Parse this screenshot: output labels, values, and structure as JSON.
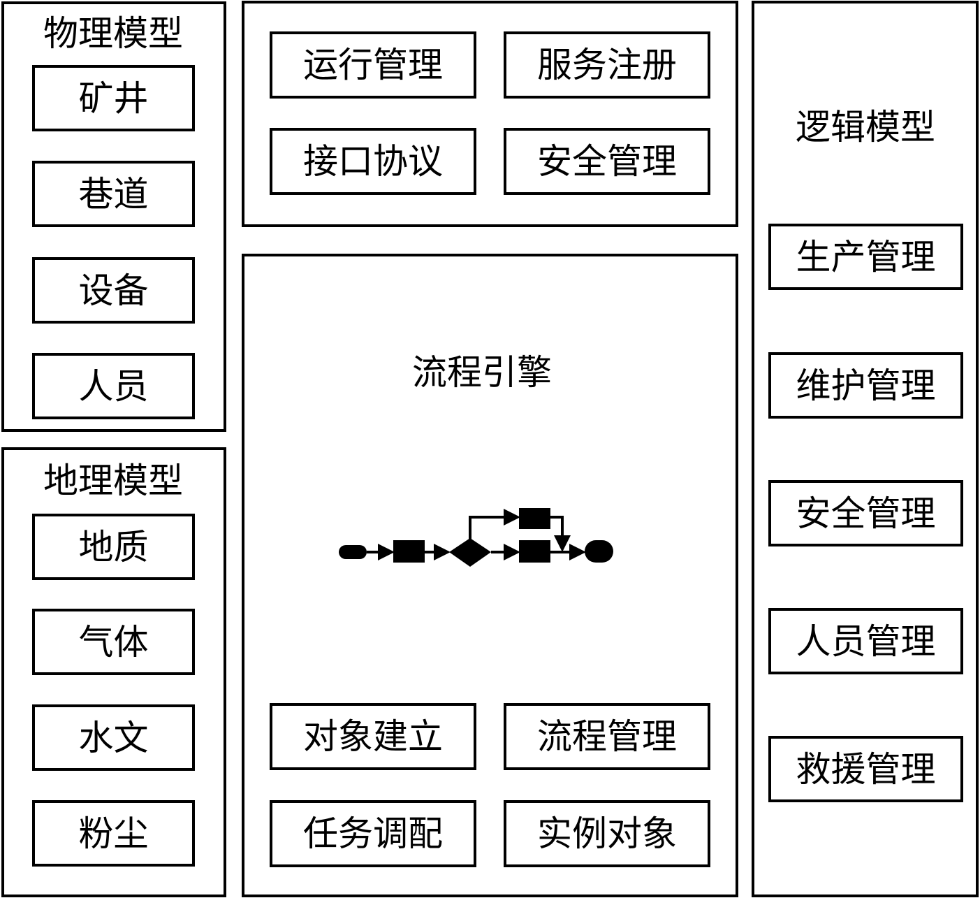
{
  "physical_model": {
    "title": "物理模型",
    "items": [
      "矿井",
      "巷道",
      "设备",
      "人员"
    ]
  },
  "geographic_model": {
    "title": "地理模型",
    "items": [
      "地质",
      "气体",
      "水文",
      "粉尘"
    ]
  },
  "services": {
    "items": [
      "运行管理",
      "服务注册",
      "接口协议",
      "安全管理"
    ]
  },
  "process_engine": {
    "title": "流程引擎",
    "items": [
      "对象建立",
      "流程管理",
      "任务调配",
      "实例对象"
    ]
  },
  "logic_model": {
    "title": "逻辑模型",
    "items": [
      "生产管理",
      "维护管理",
      "安全管理",
      "人员管理",
      "救援管理"
    ]
  }
}
